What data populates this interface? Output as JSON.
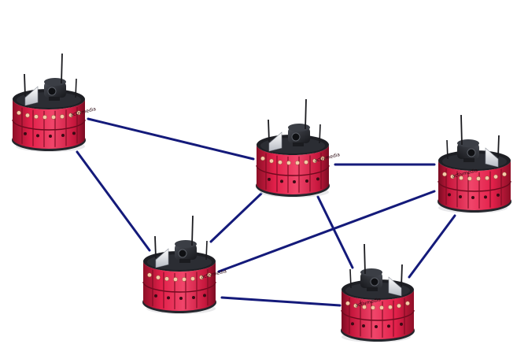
{
  "diagram": {
    "background": "#ffffff",
    "link_color": "#141a7a",
    "robot_body_color": "#e2204a",
    "robot_dark_color": "#24262c",
    "robot_head_color": "#2c2e34",
    "robot_label": "activmedia",
    "nodes": [
      {
        "id": "robot-1"
      },
      {
        "id": "robot-2"
      },
      {
        "id": "robot-3"
      },
      {
        "id": "robot-4"
      },
      {
        "id": "robot-5"
      }
    ],
    "links": [
      {
        "from": "robot-1",
        "to": "robot-2"
      },
      {
        "from": "robot-1",
        "to": "robot-4"
      },
      {
        "from": "robot-2",
        "to": "robot-3"
      },
      {
        "from": "robot-2",
        "to": "robot-4"
      },
      {
        "from": "robot-2",
        "to": "robot-5"
      },
      {
        "from": "robot-3",
        "to": "robot-4"
      },
      {
        "from": "robot-3",
        "to": "robot-5"
      },
      {
        "from": "robot-4",
        "to": "robot-5"
      }
    ]
  }
}
